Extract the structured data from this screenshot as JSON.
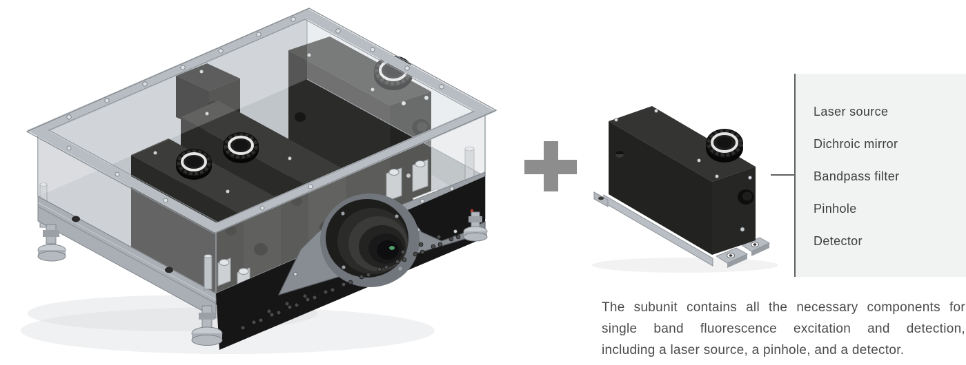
{
  "component_panel": {
    "items": [
      "Laser source",
      "Dichroic mirror",
      "Bandpass filter",
      "Pinhole",
      "Detector"
    ]
  },
  "caption": {
    "lines": [
      "The subunit contains all the necessary components for",
      "single band fluorescence excitation and detection,",
      "including a laser source, a pinhole, and a detector."
    ]
  },
  "icons": {
    "plus_icon": "+"
  },
  "colors": {
    "page_background": "#ffffff",
    "panel_background": "#f1f2f2",
    "panel_border": "#5f5f5f",
    "connector_line": "#5f5f5f",
    "list_text": "#3c3c3c",
    "caption_text": "#4a4a4a",
    "plus_sign": "#8d8d8d",
    "chassis_gray": "#b7bdc2",
    "module_black": "#2b2b29"
  }
}
